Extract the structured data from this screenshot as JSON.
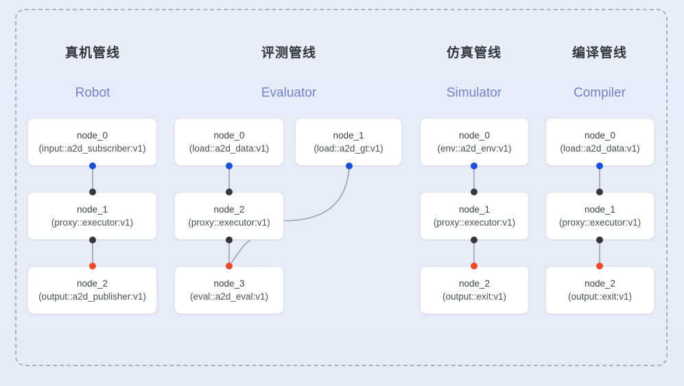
{
  "diagram": {
    "background_color": "#e8ecf7",
    "frame_border_color": "#a9b0bf",
    "port_colors": {
      "output": "#1a52d6",
      "link": "#35383d",
      "terminal": "#f04a28"
    },
    "edge_color": "#9aa2b1"
  },
  "columns": [
    {
      "title": "真机管线",
      "subtitle": "Robot",
      "nodes": [
        {
          "id": "node_0",
          "type": "(input::a2d_subscriber:v1)"
        },
        {
          "id": "node_1",
          "type": "(proxy::executor:v1)"
        },
        {
          "id": "node_2",
          "type": "(output::a2d_publisher:v1)"
        }
      ]
    },
    {
      "title": "评测管线",
      "subtitle": "Evaluator",
      "nodes": [
        {
          "id": "node_0",
          "type": "(load::a2d_data:v1)"
        },
        {
          "id": "node_2",
          "type": "(proxy::executor:v1)"
        },
        {
          "id": "node_3",
          "type": "(eval::a2d_eval:v1)"
        },
        {
          "id": "node_1",
          "type": "(load::a2d_gt:v1)"
        }
      ]
    },
    {
      "title": "仿真管线",
      "subtitle": "Simulator",
      "nodes": [
        {
          "id": "node_0",
          "type": "(env::a2d_env:v1)"
        },
        {
          "id": "node_1",
          "type": "(proxy::executor:v1)"
        },
        {
          "id": "node_2",
          "type": "(output::exit:v1)"
        }
      ]
    },
    {
      "title": "编译管线",
      "subtitle": "Compiler",
      "nodes": [
        {
          "id": "node_0",
          "type": "(load::a2d_data:v1)"
        },
        {
          "id": "node_1",
          "type": "(proxy::executor:v1)"
        },
        {
          "id": "node_2",
          "type": "(output::exit:v1)"
        }
      ]
    }
  ],
  "chart_data": {
    "type": "diagram",
    "title": "",
    "layout": "4 pipeline columns, 3 stacked stages each, plus one side node in Evaluator column",
    "edges": [
      {
        "from": "robot.node_0",
        "to": "robot.node_1",
        "style": "straight"
      },
      {
        "from": "robot.node_1",
        "to": "robot.node_2",
        "style": "straight"
      },
      {
        "from": "evaluator.node_0",
        "to": "evaluator.node_2",
        "style": "straight"
      },
      {
        "from": "evaluator.node_2",
        "to": "evaluator.node_3",
        "style": "straight"
      },
      {
        "from": "evaluator.node_1",
        "to": "evaluator.node_2",
        "style": "curved"
      },
      {
        "from": "evaluator.node_1",
        "to": "evaluator.node_3",
        "style": "curved"
      },
      {
        "from": "simulator.node_0",
        "to": "simulator.node_1",
        "style": "straight"
      },
      {
        "from": "simulator.node_1",
        "to": "simulator.node_2",
        "style": "straight"
      },
      {
        "from": "compiler.node_0",
        "to": "compiler.node_1",
        "style": "straight"
      },
      {
        "from": "compiler.node_1",
        "to": "compiler.node_2",
        "style": "straight"
      }
    ]
  }
}
